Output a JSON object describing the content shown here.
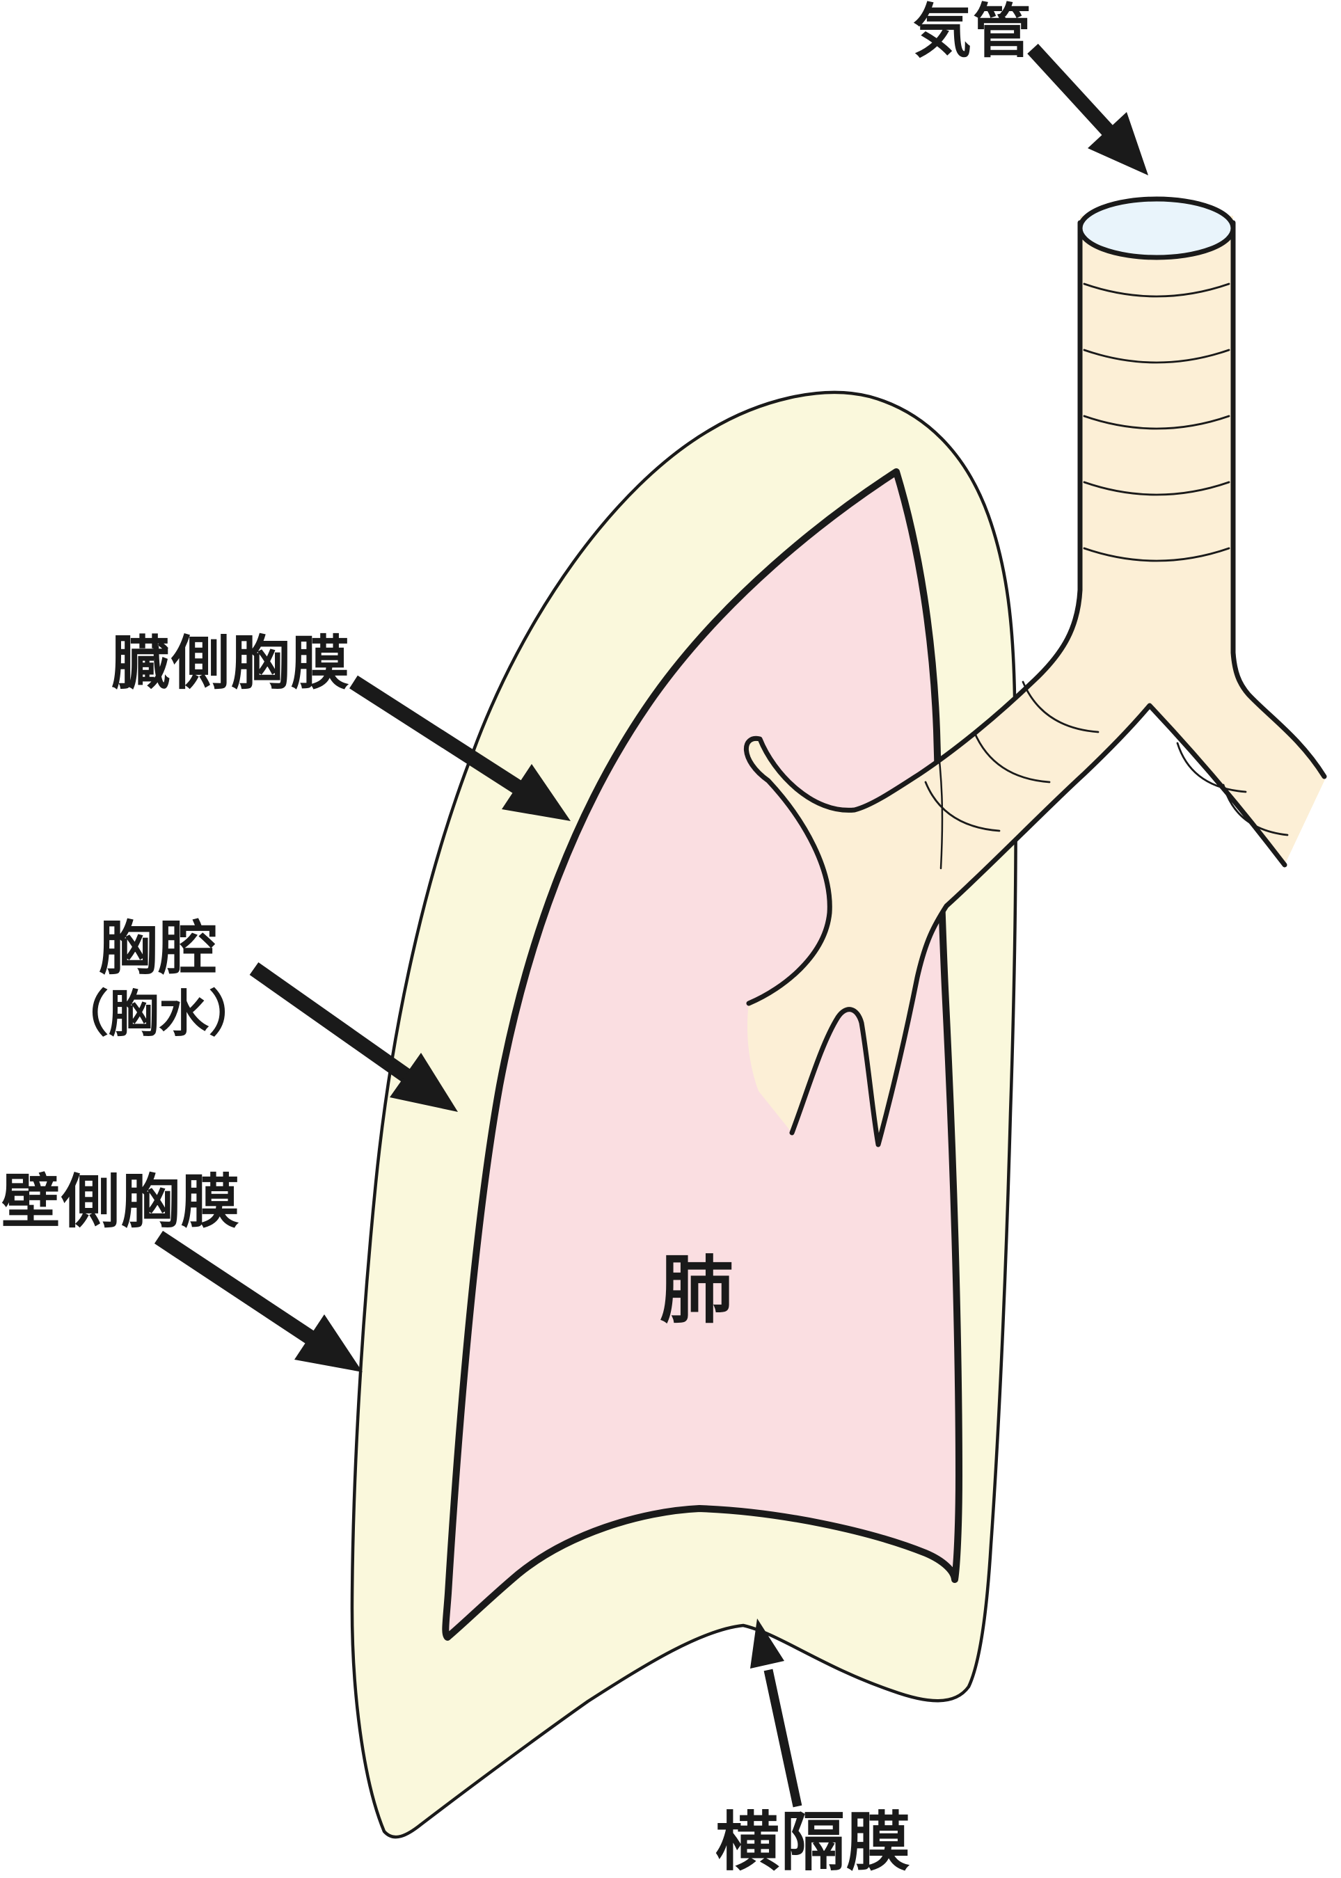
{
  "figure": {
    "type": "anatomical-diagram",
    "labels": {
      "trachea": "気管",
      "visceral_pleura": "臓側胸膜",
      "pleural_cavity": "胸腔",
      "pleural_fluid": "（胸水）",
      "parietal_pleura": "壁側胸膜",
      "lung": "肺",
      "diaphragm": "横隔膜"
    },
    "colors": {
      "background": "#ffffff",
      "outline": "#1a1a1a",
      "text": "#1a1a1a",
      "pleura_sac": "#faf8dc",
      "lung": "#fadee1",
      "airway": "#fcefd6",
      "trachea_opening": "#e9f4fb"
    }
  }
}
